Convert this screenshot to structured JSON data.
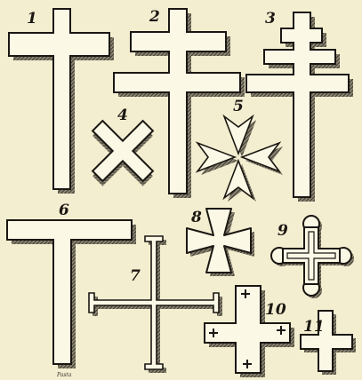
{
  "figures": [
    {
      "number": "1",
      "shape": "latin-cross"
    },
    {
      "number": "2",
      "shape": "patriarchal-cross"
    },
    {
      "number": "3",
      "shape": "papal-cross"
    },
    {
      "number": "4",
      "shape": "saltire-cross"
    },
    {
      "number": "5",
      "shape": "maltese-cross"
    },
    {
      "number": "6",
      "shape": "tau-cross"
    },
    {
      "number": "7",
      "shape": "cross-potent"
    },
    {
      "number": "8",
      "shape": "cross-pattee"
    },
    {
      "number": "9",
      "shape": "cross-pommee"
    },
    {
      "number": "10",
      "shape": "crusaders-cross"
    },
    {
      "number": "11",
      "shape": "greek-cross"
    }
  ],
  "engraver_signature": "Pasta",
  "colors": {
    "paper": "#f3eed0",
    "ink": "#1b1712",
    "shadow": "#4a4538",
    "fill": "#fbf8e6"
  }
}
